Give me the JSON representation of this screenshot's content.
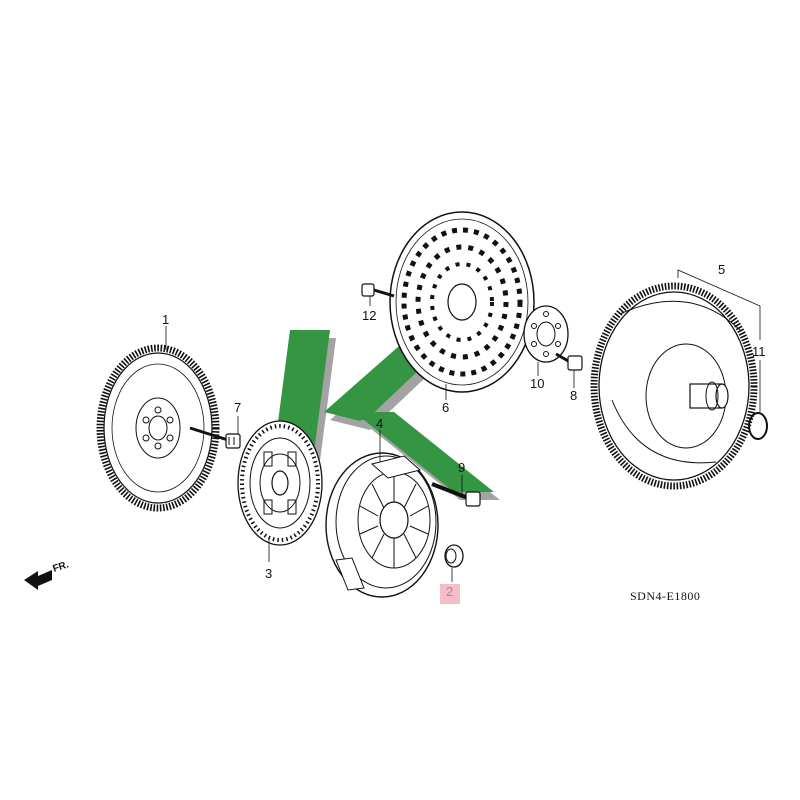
{
  "diagram": {
    "code": "SDN4-E1800",
    "direction_label": "FR.",
    "highlight_color": "#f2a7b5",
    "watermark_colors": [
      "#1f8a2e",
      "#9a9a9a"
    ],
    "callouts": [
      {
        "id": "1",
        "text": "1",
        "part": "flywheel"
      },
      {
        "id": "2",
        "text": "2",
        "part": "pilot-bushing"
      },
      {
        "id": "3",
        "text": "3",
        "part": "clutch-disc"
      },
      {
        "id": "4",
        "text": "4",
        "part": "pressure-plate"
      },
      {
        "id": "5",
        "text": "5",
        "part": "torque-converter"
      },
      {
        "id": "6",
        "text": "6",
        "part": "drive-plate"
      },
      {
        "id": "7",
        "text": "7",
        "part": "flywheel-bolt"
      },
      {
        "id": "8",
        "text": "8",
        "part": "drive-plate-bolt"
      },
      {
        "id": "9",
        "text": "9",
        "part": "pressure-plate-bolt"
      },
      {
        "id": "10",
        "text": "10",
        "part": "backing-plate"
      },
      {
        "id": "11",
        "text": "11",
        "part": "o-ring"
      },
      {
        "id": "12",
        "text": "12",
        "part": "converter-bolt"
      }
    ]
  }
}
